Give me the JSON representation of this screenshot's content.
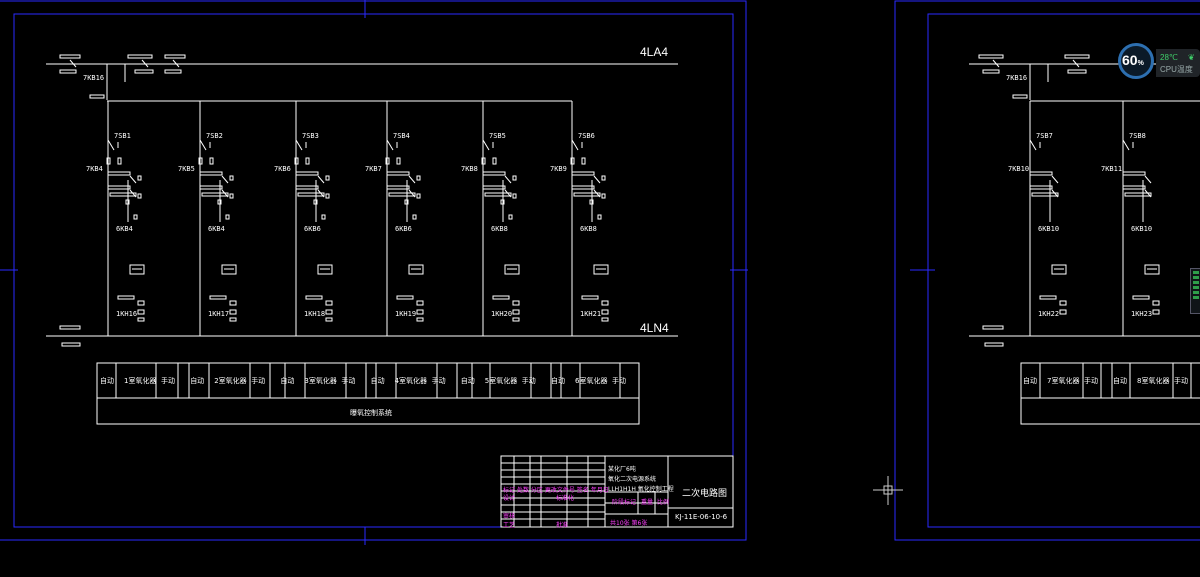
{
  "sheet": {
    "bus_top": "4LA4",
    "bus_bottom": "4LN4",
    "top_left_breaker": "7KB16",
    "columns": [
      {
        "sb": "7SB1",
        "kb": "7KB4",
        "contactor": "6KB4",
        "relay": "1KH16"
      },
      {
        "sb": "7SB2",
        "kb": "7KB5",
        "contactor": "6KB4",
        "relay": "1KH17"
      },
      {
        "sb": "7SB3",
        "kb": "7KB6",
        "contactor": "6KB6",
        "relay": "1KH18"
      },
      {
        "sb": "7SB4",
        "kb": "7KB7",
        "contactor": "6KB6",
        "relay": "1KH19"
      },
      {
        "sb": "7SB5",
        "kb": "7KB8",
        "contactor": "6KB8",
        "relay": "1KH20"
      },
      {
        "sb": "7SB6",
        "kb": "7KB9",
        "contactor": "6KB8",
        "relay": "1KH21"
      }
    ],
    "table": {
      "groups": [
        {
          "auto": "自动",
          "name": "1室氧化器",
          "manual": "手动"
        },
        {
          "auto": "自动",
          "name": "2室氧化器",
          "manual": "手动"
        },
        {
          "auto": "自动",
          "name": "3室氧化器",
          "manual": "手动"
        },
        {
          "auto": "自动",
          "name": "4室氧化器",
          "manual": "手动"
        },
        {
          "auto": "自动",
          "name": "5室氧化器",
          "manual": "手动"
        },
        {
          "auto": "自动",
          "name": "6室氧化器",
          "manual": "手动"
        }
      ],
      "footer": "曝氧控制系统"
    },
    "title_block": {
      "company_line1": "某化厂6吨",
      "company_line2": "氧化二次电源系统",
      "company_line3": "LLH1H1H 氧化控制工程",
      "drawing_title": "二次电路图",
      "drawing_number": "KJ-11E-06-10-6",
      "sheet_info": "共10张 第6张",
      "row_labels": [
        "标记",
        "处数",
        "分区",
        "更改文件号",
        "签名",
        "年月日"
      ],
      "role_labels": [
        "设计",
        "审核",
        "工艺"
      ],
      "std_label": "标准化",
      "stage_label": "阶段标记",
      "weight_label": "重量",
      "scale_label": "比例",
      "approve_label": "批准"
    }
  },
  "sheet2": {
    "top_left_breaker": "7KB16",
    "columns": [
      {
        "sb": "7SB7",
        "kb": "7KB10",
        "contactor": "6KB10",
        "relay": "1KH22"
      },
      {
        "sb": "7SB8",
        "kb": "7KB11",
        "contactor": "6KB10",
        "relay": "1KH23"
      }
    ],
    "table": {
      "groups": [
        {
          "auto": "自动",
          "name": "7室氧化器",
          "manual": "手动"
        },
        {
          "auto": "自动",
          "name": "8室氧化器",
          "manual": "手动"
        }
      ]
    }
  },
  "cpu_widget": {
    "percent": "60",
    "percent_unit": "%",
    "temperature": "28℃",
    "label": "CPU温度",
    "ring_color": "#2d6fb0",
    "temp_color": "#3fd06a"
  },
  "colors": {
    "background": "#000000",
    "frame": "#1a1aff",
    "lines": "#ffffff",
    "titleblock_text": "#ff40ff"
  }
}
